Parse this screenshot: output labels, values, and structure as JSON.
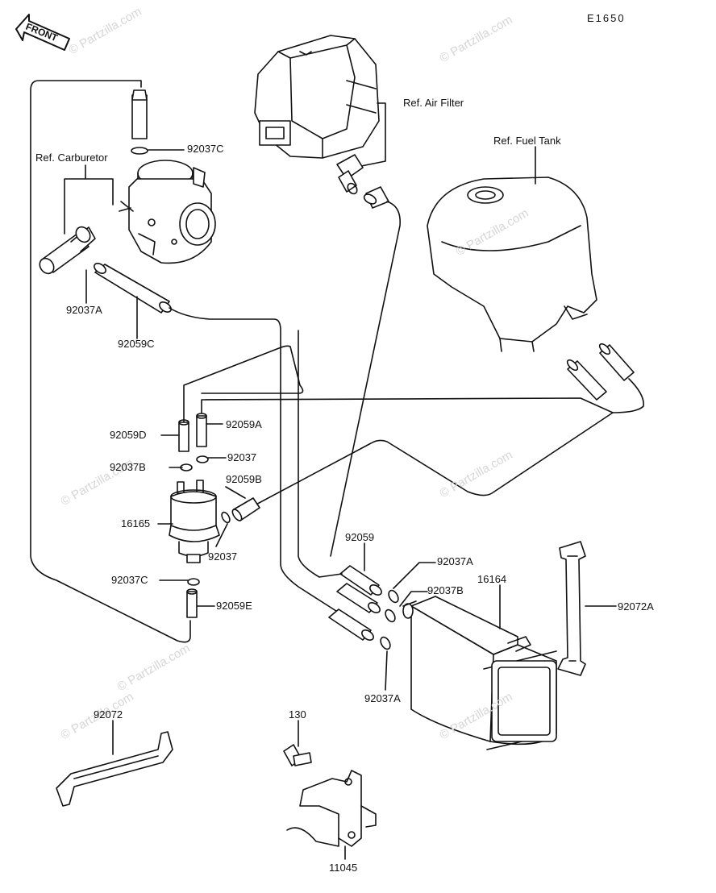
{
  "diagram_code": "E1650",
  "front_label": "FRONT",
  "watermark": "© Partzilla.com",
  "refs": {
    "air_filter": "Ref. Air Filter",
    "fuel_tank": "Ref. Fuel Tank",
    "carburetor": "Ref. Carburetor"
  },
  "part_labels": {
    "p92037C_top": "92037C",
    "p92037A_left": "92037A",
    "p92059C": "92059C",
    "p92059D": "92059D",
    "p92059A": "92059A",
    "p92037B_left": "92037B",
    "p92037_mid": "92037",
    "p92059B": "92059B",
    "p16165": "16165",
    "p92037_low": "92037",
    "p92037C_low": "92037C",
    "p92059E": "92059E",
    "p92059": "92059",
    "p92037A_right": "92037A",
    "p92037B_right": "92037B",
    "p16164": "16164",
    "p92072A": "92072A",
    "p92037A_bottom": "92037A",
    "p92072": "92072",
    "p130": "130",
    "p11045": "11045"
  }
}
